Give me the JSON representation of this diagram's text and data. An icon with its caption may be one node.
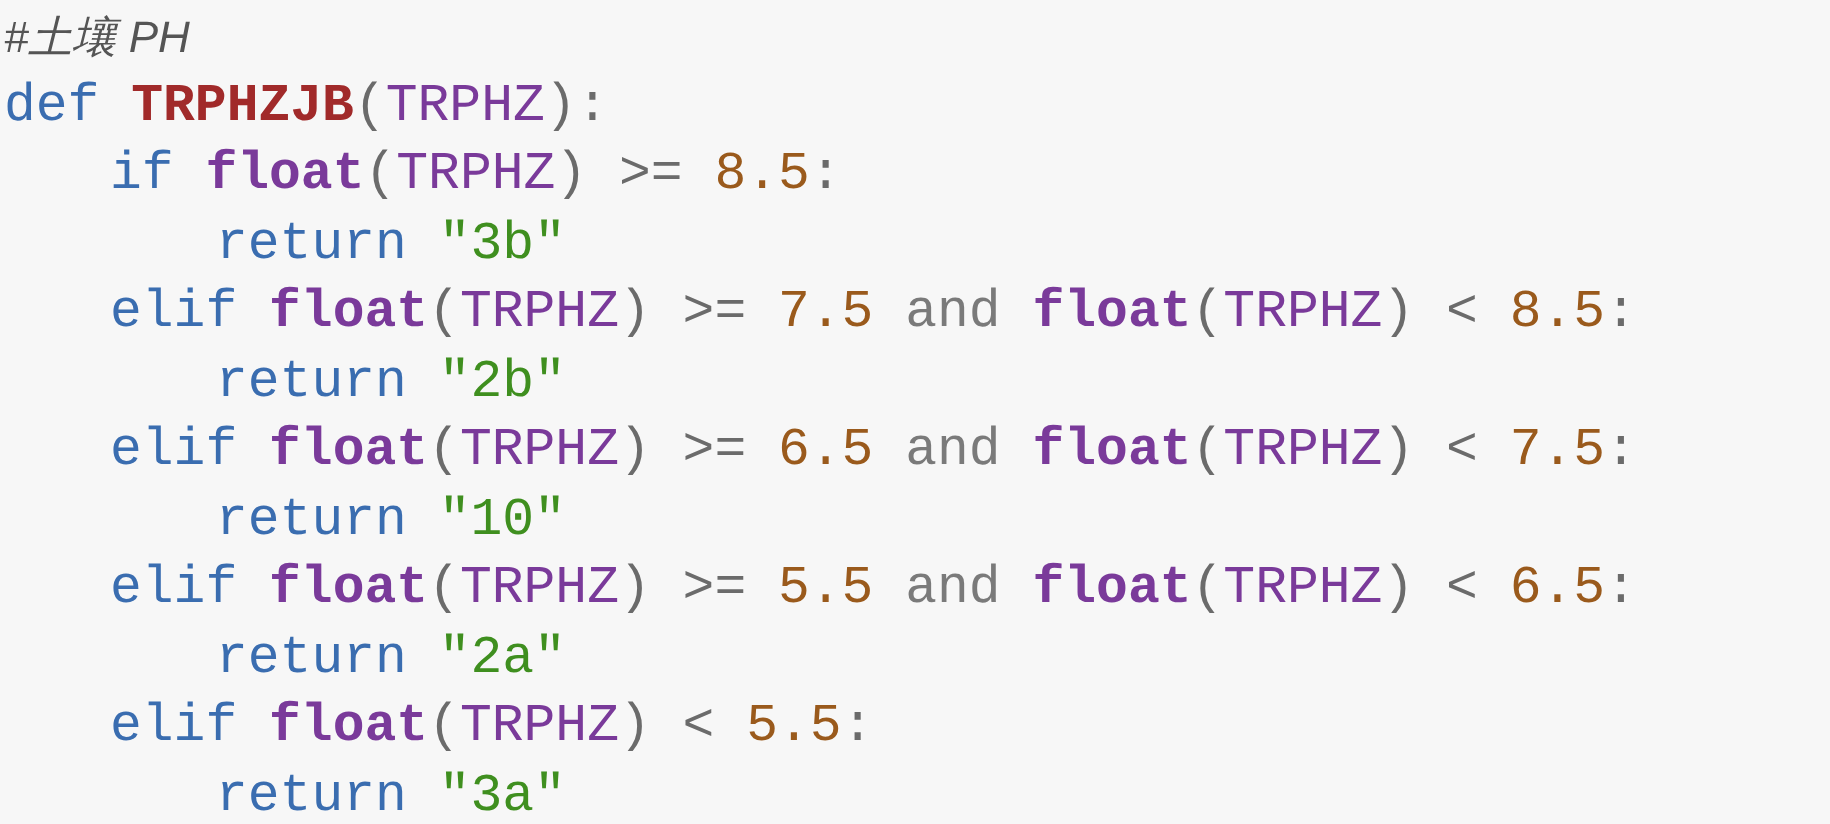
{
  "diagram": {
    "labels": [
      "#土壤 PH",
      "def TRPHZJB(TRPHZ):",
      "if float(TRPHZ) >= 8.5:",
      "return \"3b\"",
      "elif float(TRPHZ) >= 7.5 and float(TRPHZ) < 8.5:",
      "return \"2b\"",
      "elif float(TRPHZ) >= 6.5 and float(TRPHZ) < 7.5:",
      "return \"10\"",
      "elif float(TRPHZ) >= 5.5 and float(TRPHZ) < 6.5:",
      "return \"2a\"",
      "elif float(TRPHZ) < 5.5:",
      "return \"3a\""
    ]
  }
}
